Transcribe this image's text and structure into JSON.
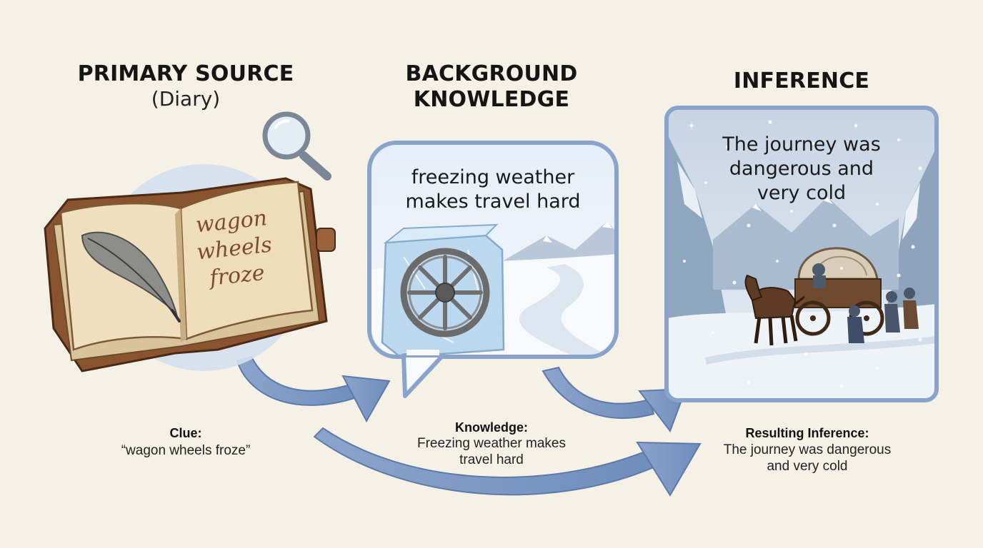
{
  "columns": {
    "primary": {
      "title": "PRIMARY SOURCE",
      "subtitle": "(Diary)",
      "diary_text": [
        "wagon",
        "wheels",
        "froze"
      ],
      "caption_title": "Clue:",
      "caption_text": "“wagon wheels froze”"
    },
    "background": {
      "title_lines": [
        "BACKGROUND",
        "KNOWLEDGE"
      ],
      "bubble_lines": [
        "freezing weather",
        "makes travel hard"
      ],
      "caption_title": "Knowledge:",
      "caption_lines": [
        "Freezing weather makes",
        "travel hard"
      ]
    },
    "inference": {
      "title": "INFERENCE",
      "panel_lines": [
        "The journey was",
        "dangerous and",
        "very cold"
      ],
      "caption_title": "Resulting Inference:",
      "caption_lines": [
        "The journey was dangerous",
        "and very cold"
      ]
    }
  },
  "icons": {
    "magnifier": "magnifying-glass-icon",
    "quill": "quill-icon",
    "wheel": "wagon-wheel-icon"
  },
  "colors": {
    "background": "#f6f1e7",
    "accent_blue": "#7f9ac4",
    "panel_border": "#8aa3cb",
    "arrow": "#7d98c2",
    "book_leather": "#8a5430",
    "page": "#f0dfbf",
    "diary_ink": "#7a4b30"
  }
}
